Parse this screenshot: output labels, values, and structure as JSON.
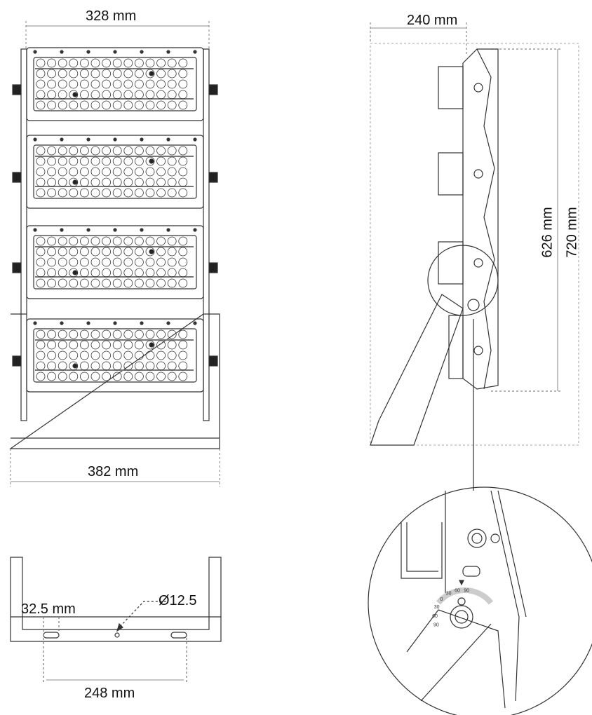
{
  "front_view": {
    "width_top": "328 mm",
    "width_bottom": "382 mm",
    "modules": 4,
    "led_rows": 5,
    "led_cols": 14
  },
  "side_view": {
    "depth": "240 mm",
    "height_inner": "626 mm",
    "height_total": "720 mm"
  },
  "bracket_view": {
    "slot_width": "32.5 mm",
    "hole_diameter": "Ø12.5",
    "slot_spacing": "248 mm"
  },
  "detail_scale": {
    "ticks": [
      "90",
      "60",
      "30",
      "0",
      "30",
      "60",
      "90"
    ]
  }
}
